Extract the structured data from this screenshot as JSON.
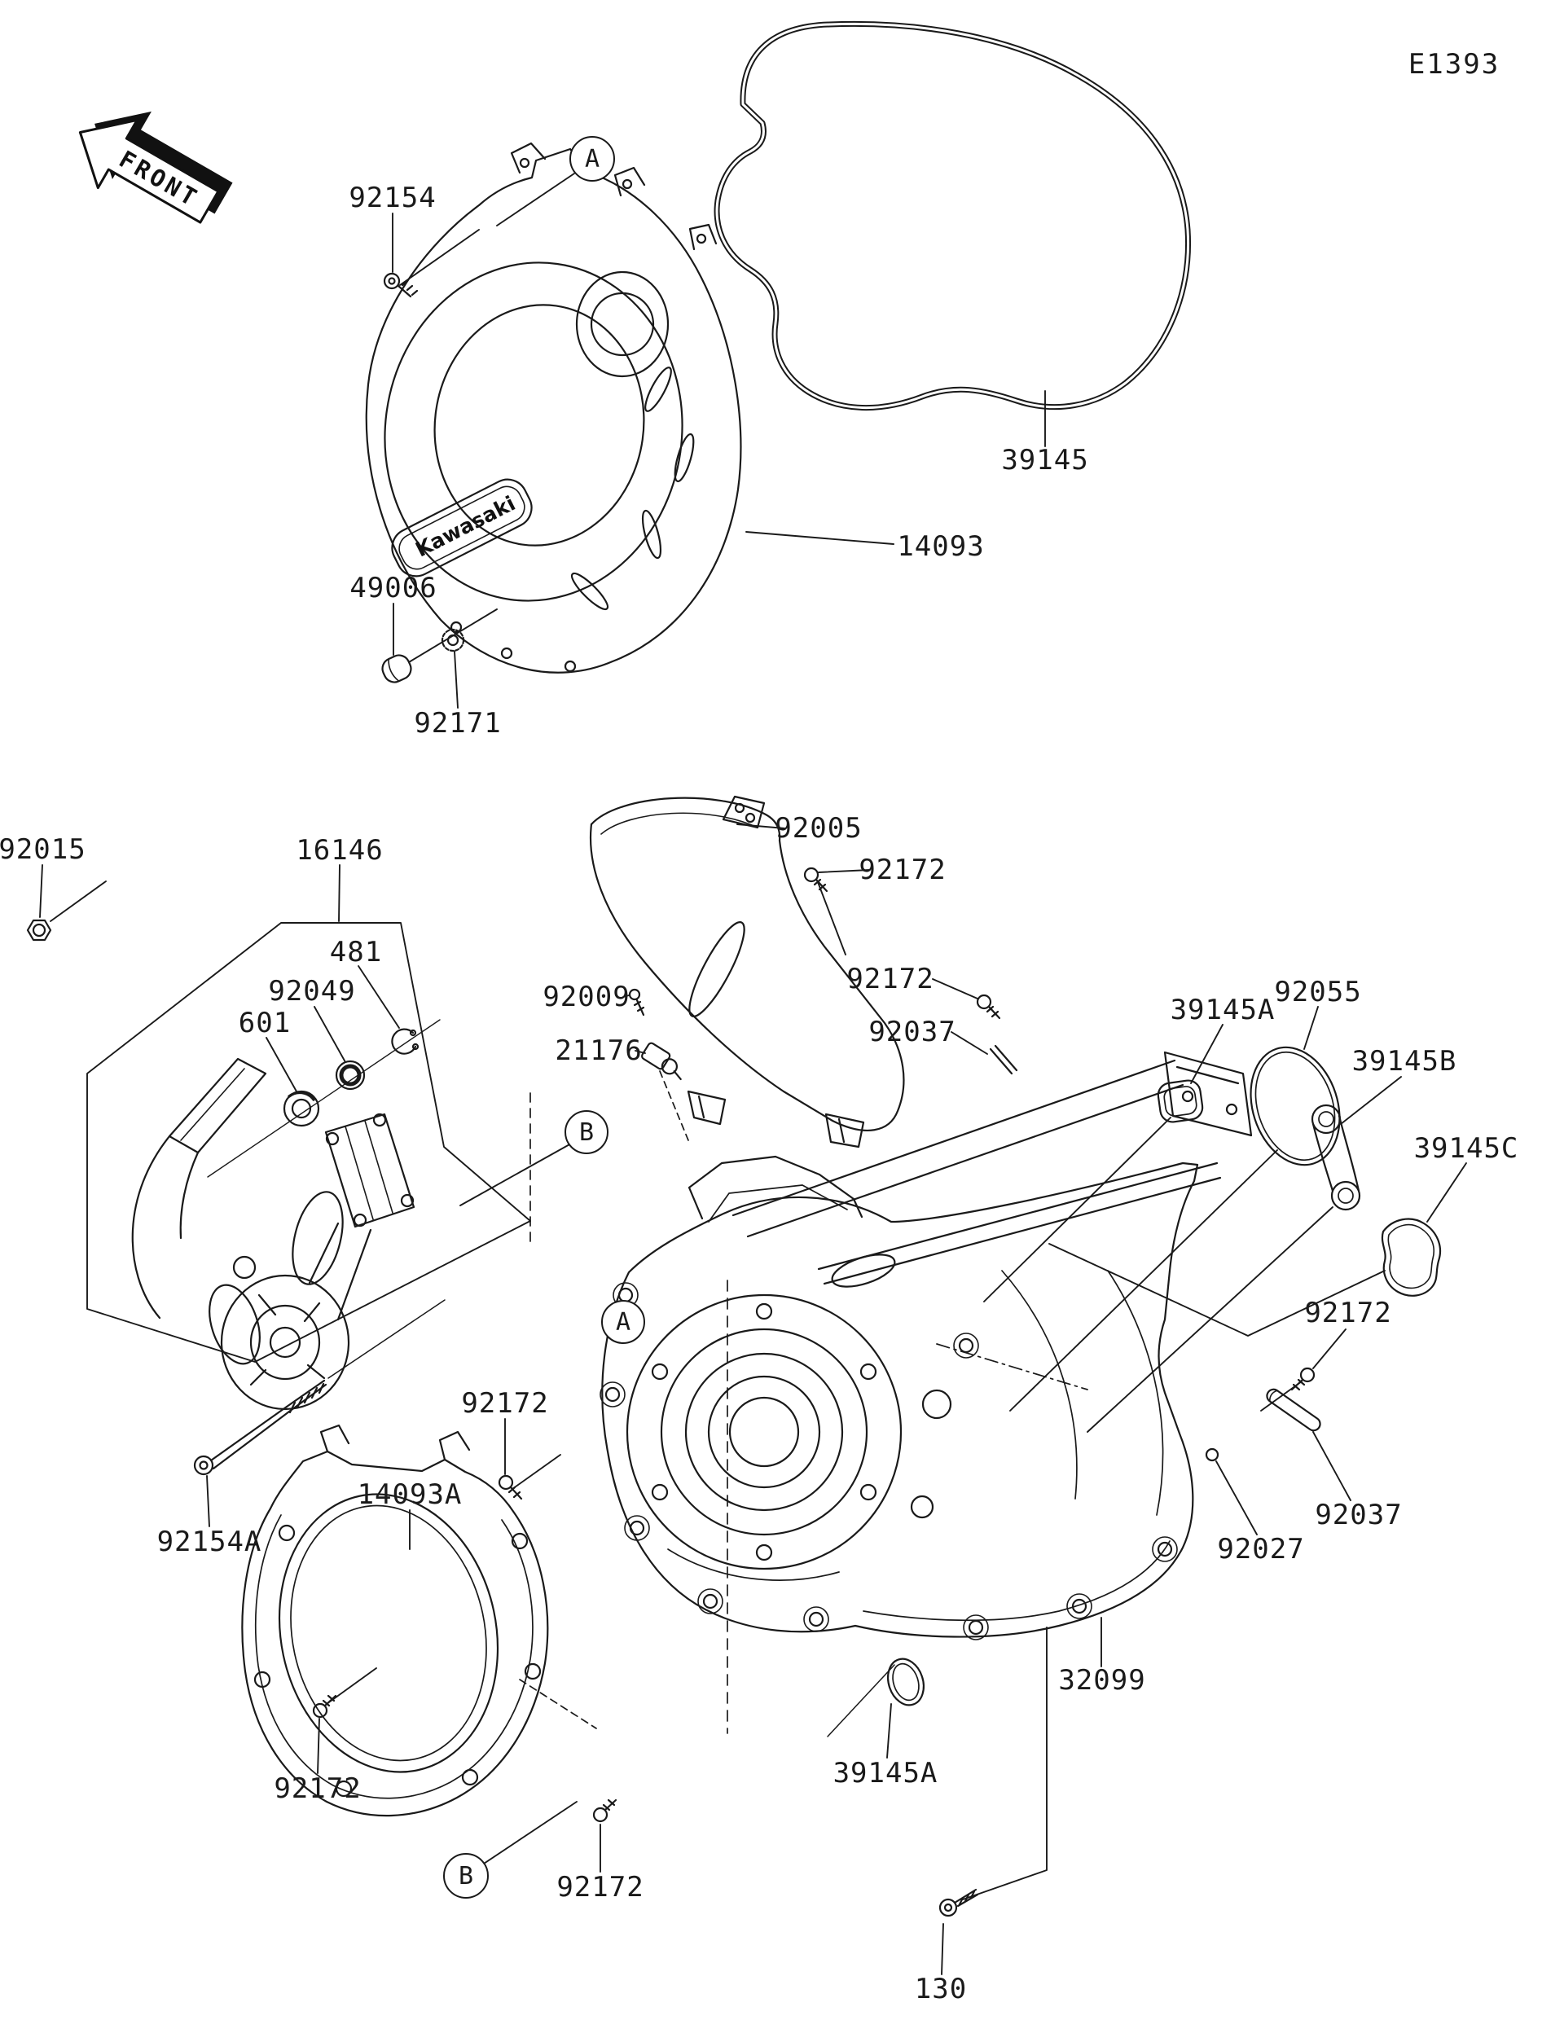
{
  "document": {
    "code": "E1393",
    "front_label": "FRONT",
    "brand_logo": "Kawasaki"
  },
  "reference_callouts": {
    "a": "A",
    "b": "B"
  },
  "part_labels": {
    "p92154": "92154",
    "p39145": "39145",
    "p14093": "14093",
    "p49006": "49006",
    "p92171": "92171",
    "p92015": "92015",
    "p16146": "16146",
    "p481": "481",
    "p92049": "92049",
    "p601": "601",
    "p92005": "92005",
    "p92172": "92172",
    "p92009": "92009",
    "p21176": "21176",
    "p92037": "92037",
    "p39145A": "39145A",
    "p92055": "92055",
    "p39145B": "39145B",
    "p39145C": "39145C",
    "p14093A": "14093A",
    "p92154A": "92154A",
    "p92027": "92027",
    "p32099": "32099",
    "p130": "130"
  }
}
